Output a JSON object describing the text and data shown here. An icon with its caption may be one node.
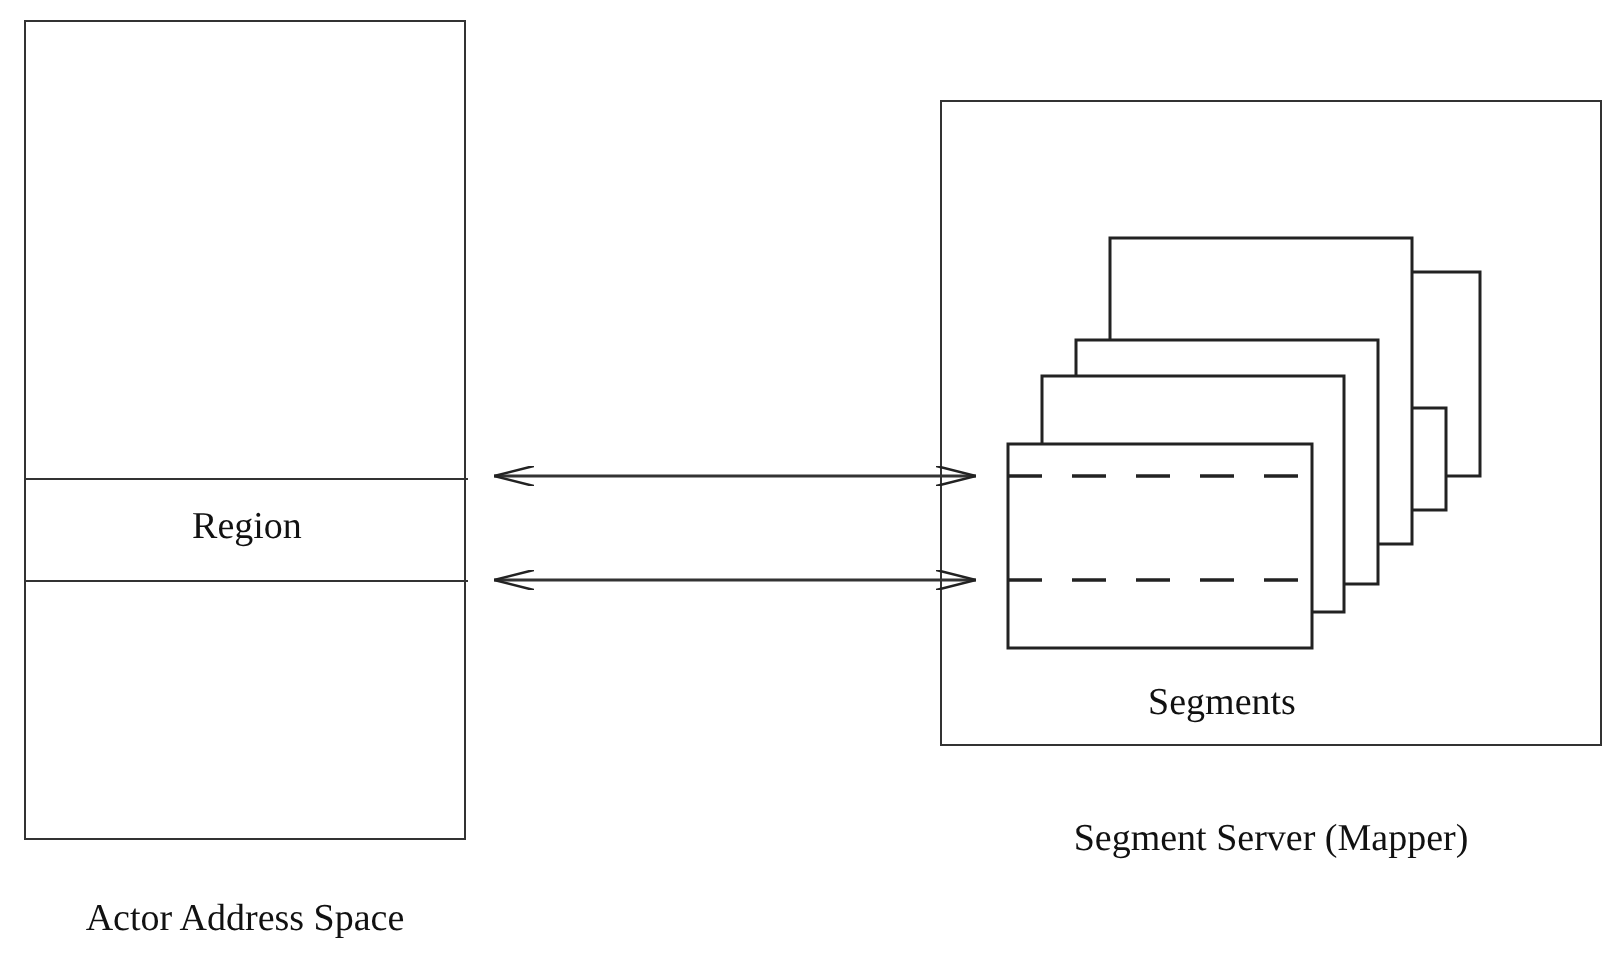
{
  "diagram": {
    "nodes": [
      {
        "text": [
          "Actor Address Space"
        ]
      },
      {
        "text": [
          "Region"
        ],
        "in": 0
      },
      {
        "text": [
          "Segment Server (Mapper)"
        ]
      },
      {
        "text": [
          "Segments"
        ],
        "in": 2
      }
    ],
    "edges": [
      {
        "from": 1,
        "to": 3,
        "arrow": "both"
      },
      {
        "from": 1,
        "to": 3,
        "arrow": "both"
      }
    ]
  }
}
